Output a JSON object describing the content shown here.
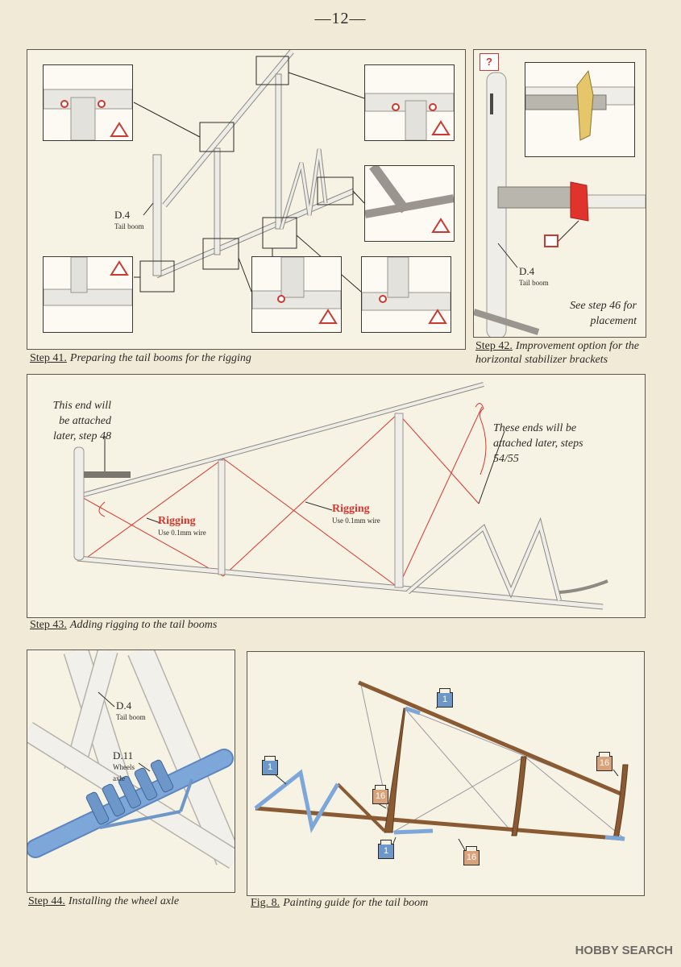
{
  "page_number": "—12—",
  "step41": {
    "caption_step": "Step 41.",
    "caption_text": "Preparing the tail booms for the rigging",
    "part_code": "D.4",
    "part_name": "Tail boom"
  },
  "step42": {
    "caption_step": "Step 42.",
    "caption_text": "Improvement option for the horizontal stabilizer brackets",
    "part_code": "D.4",
    "part_name": "Tail boom",
    "badge": "?",
    "note": "See step 46 for placement"
  },
  "step43": {
    "caption_step": "Step 43.",
    "caption_text": "Adding rigging to the tail booms",
    "note_left": "This end will be attached later, step 48",
    "note_right": "These ends will be attached later, steps 54/55",
    "rigging_label": "Rigging",
    "rigging_sub": "Use 0.1mm wire"
  },
  "step44": {
    "caption_step": "Step 44.",
    "caption_text": "Installing the wheel axle",
    "part1_code": "D.4",
    "part1_name": "Tail boom",
    "part2_code": "D.11",
    "part2_name": "Wheels axle"
  },
  "fig8": {
    "caption_step": "Fig. 8.",
    "caption_text": "Painting guide for the tail boom",
    "badges": [
      "1",
      "1",
      "16",
      "16",
      "1",
      "16"
    ]
  },
  "colors": {
    "paper": "#f1ead7",
    "panel": "#f6f2e4",
    "rigging": "#d9362d",
    "wood": "#8a5a33",
    "blue_paint": "#7da7d9",
    "bracket_red": "#e0332b"
  },
  "watermark": "HOBBY SEARCH"
}
